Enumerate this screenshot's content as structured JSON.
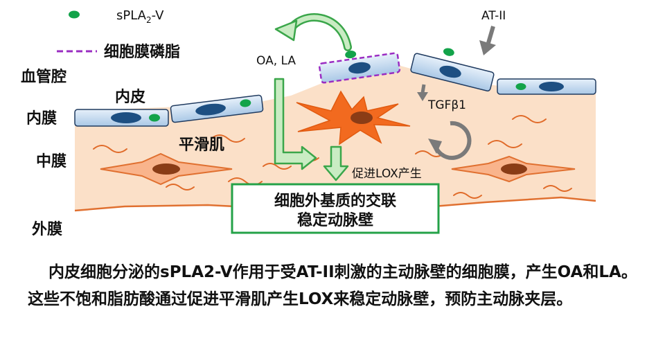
{
  "legend": {
    "spla2_prefix": "sPLA",
    "spla2_sub": "2",
    "spla2_suffix": "-V",
    "phospholipid": "细胞膜磷脂"
  },
  "layers": {
    "lumen": "血管腔",
    "intima": "内膜",
    "media": "中膜",
    "adventitia": "外膜"
  },
  "labels": {
    "endothelium": "内皮",
    "smooth_muscle": "平滑肌",
    "fatty_acids": "OA, LA",
    "at2": "AT-II",
    "tgfb1": "TGFβ1",
    "lox": "促进LOX产生",
    "ecm_line1": "细胞外基质的交联",
    "ecm_line2": "稳定动脉壁"
  },
  "caption": "内皮细胞分泌的sPLA2-V作用于受AT-II刺激的主动脉壁的细胞膜，产生OA和LA。这些不饱和脂肪酸通过促进平滑肌产生LOX来稳定动脉壁，预防主动脉夹层。",
  "colors": {
    "tissue": "#fbe0c8",
    "wall_edge": "#e07030",
    "cell_fill": "#d8e8f6",
    "cell_stroke": "#1f3a5f",
    "nucleus": "#1d4f82",
    "enzyme": "#13a34a",
    "phospholipid_dash": "#9a2cc2",
    "arrow_green": "#3aa64a",
    "arrow_fill": "#c9ecc3",
    "smc_fill": "#f9b48c",
    "smc_nucleus": "#8a3c16",
    "burst_fill": "#f26a1f",
    "gray": "#7a7a7a"
  }
}
